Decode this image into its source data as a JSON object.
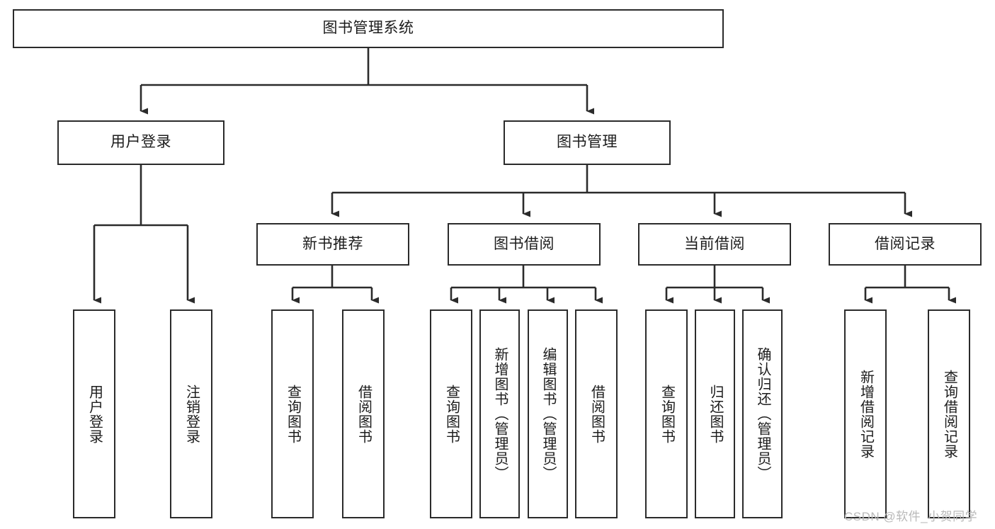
{
  "diagram": {
    "title": "图书管理系统",
    "type": "tree-hierarchy",
    "root": {
      "id": "root",
      "label": "图书管理系统"
    },
    "level1": [
      {
        "id": "user-login",
        "label": "用户登录"
      },
      {
        "id": "book-management",
        "label": "图书管理"
      }
    ],
    "level2": [
      {
        "id": "new-book-recommend",
        "label": "新书推荐",
        "parent": "book-management"
      },
      {
        "id": "book-borrow",
        "label": "图书借阅",
        "parent": "book-management"
      },
      {
        "id": "current-borrow",
        "label": "当前借阅",
        "parent": "book-management"
      },
      {
        "id": "borrow-record",
        "label": "借阅记录",
        "parent": "book-management"
      }
    ],
    "leaves": {
      "user-login": [
        {
          "id": "leaf-user-login",
          "label": "用户登录"
        },
        {
          "id": "leaf-user-logout",
          "label": "注销登录"
        }
      ],
      "new-book-recommend": [
        {
          "id": "leaf-query-book-1",
          "label": "查询图书"
        },
        {
          "id": "leaf-borrow-book-1",
          "label": "借阅图书"
        }
      ],
      "book-borrow": [
        {
          "id": "leaf-query-book-2",
          "label": "查询图书"
        },
        {
          "id": "leaf-add-book",
          "label": "新增图书（管理员）"
        },
        {
          "id": "leaf-edit-book",
          "label": "编辑图书（管理员）"
        },
        {
          "id": "leaf-borrow-book-2",
          "label": "借阅图书"
        }
      ],
      "current-borrow": [
        {
          "id": "leaf-query-book-3",
          "label": "查询图书"
        },
        {
          "id": "leaf-return-book",
          "label": "归还图书"
        },
        {
          "id": "leaf-confirm-return",
          "label": "确认归还（管理员）"
        }
      ],
      "borrow-record": [
        {
          "id": "leaf-add-record",
          "label": "新增借阅记录"
        },
        {
          "id": "leaf-query-record",
          "label": "查询借阅记录"
        }
      ]
    }
  },
  "watermark": {
    "text": "CSDN @软件_小贺同学"
  },
  "colors": {
    "stroke": "#2b2b2b",
    "fill": "#ffffff",
    "text": "#1c1c1c",
    "watermark": "#b9b9b9"
  }
}
